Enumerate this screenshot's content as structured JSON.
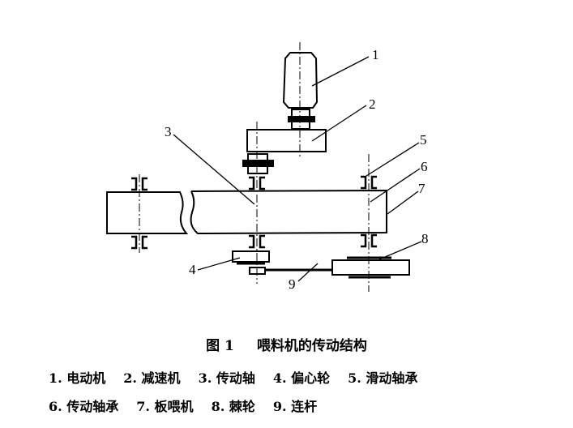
{
  "figure": {
    "number": "图 1",
    "title": "喂料机的传动结构",
    "callouts": [
      "1",
      "2",
      "3",
      "4",
      "5",
      "6",
      "7",
      "8",
      "9"
    ],
    "legend_line1": [
      "1. 电动机",
      "2. 减速机",
      "3. 传动轴",
      "4. 偏心轮",
      "5. 滑动轴承"
    ],
    "legend_line2": [
      "6. 传动轴承",
      "7. 板喂机",
      "8. 棘轮",
      "9. 连杆"
    ]
  }
}
